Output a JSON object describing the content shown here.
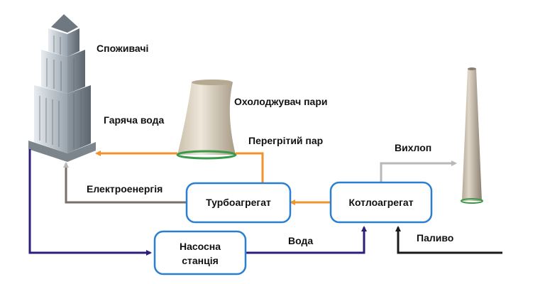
{
  "labels": {
    "consumers": "Споживачі",
    "hot_water": "Гаряча вода",
    "cooler": "Охолоджувач пари",
    "superheated_steam": "Перегрітий пар",
    "exhaust": "Вихлоп",
    "electricity": "Електроенергія",
    "fuel": "Паливо",
    "water": "Вода"
  },
  "boxes": {
    "turbine": "Турбоагрегат",
    "boiler": "Котлоагрегат",
    "pump_line1": "Насосна",
    "pump_line2": "станція"
  },
  "colors": {
    "steam": "#f0922e",
    "water": "#2e1d7a",
    "electricity": "#7a6e6a",
    "exhaust": "#b8b8b8",
    "fuel": "#1a1a1a",
    "box_border": "#2b7fd0",
    "tower_rim": "#3a9a4a"
  },
  "icons": [
    "building-icon",
    "cooling-tower-icon",
    "chimney-icon"
  ]
}
